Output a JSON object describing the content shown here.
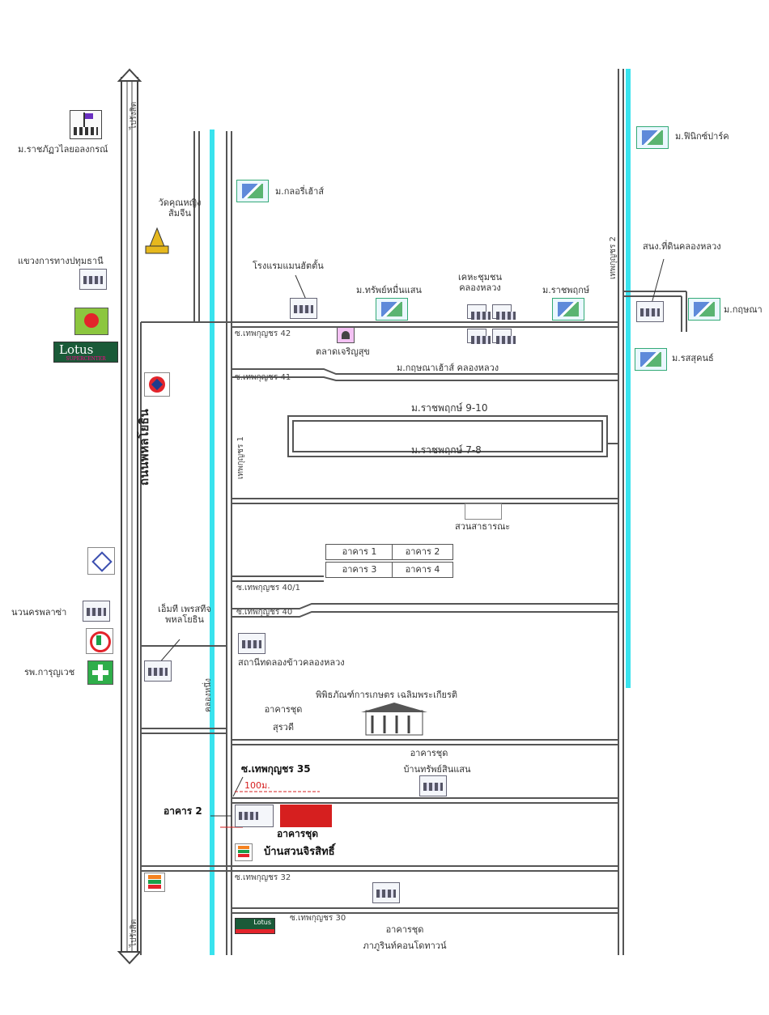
{
  "roads": {
    "main_highway": "ถนนพหลโยธิน",
    "to_north": "ไปรังสิต",
    "to_south": "ไปรังสิต",
    "canal": "คลองหนึ่ง",
    "soi_1": "เทพกุญชร 1",
    "soi_2": "เทพกุญชร 2",
    "soi_42": "ซ.เทพกุญชร 42",
    "soi_41": "ซ.เทพกุญชร 41",
    "soi_40_1": "ซ.เทพกุญชร 40/1",
    "soi_40": "ซ.เทพกุญชร 40",
    "soi_35": "ซ.เทพกุญชร 35",
    "soi_32": "ซ.เทพกุญชร 32",
    "soi_30": "ซ.เทพกุญชร 30"
  },
  "places": {
    "rajabhat": "ม.ราชภัฏวไลยอลงกรณ์",
    "wat": "วัดคุณหญิงส้มจีน",
    "highway_office": "แขวงการทางปทุมธานี",
    "lotus_text": "Lotus",
    "lotus_sub": "SUPERCENTER",
    "glory_house": "ม.กลอรี่เฮ้าส์",
    "hotel": "โรงแรมแมนฮัตตั้น",
    "sap_muen_saen": "ม.ทรัพย์หมื่นแสน",
    "kheha": "เคหะชุมชนคลองหลวง",
    "rachaphruk": "ม.ราชพฤกษ์",
    "market": "ตลาดเจริญสุข",
    "kanokphan_klongluang": "ม.กฤษณาเฮ้าส์ คลองหลวง",
    "phoenix": "ม.ฟินิกซ์ปาร์ค",
    "tambon_office": "สนง.ที่ดินคลองหลวง",
    "kanokphan_right": "ม.กฤษณา",
    "rossukon": "ม.รสสุคนธ์",
    "rachaphruk_9_10": "ม.ราชพฤกษ์ 9-10",
    "rachaphruk_7_8": "ม.ราชพฤกษ์ 7-8",
    "park": "สวนสาธารณะ",
    "bldg1": "อาคาร 1",
    "bldg2": "อาคาร 2",
    "bldg3": "อาคาร 3",
    "bldg4": "อาคาร 4",
    "nawanakorn": "นวนครพลาซ่า",
    "hospital": "รพ.การุญเวช",
    "cmt": "เอ็มที เพรสทีจ พหลโยธิน",
    "rice_station": "สถานีทดลองข้าวคลองหลวง",
    "museum": "พิพิธภัณฑ์การเกษตร เฉลิมพระเกียรติ",
    "condo_surawadee_1": "อาคารชุด",
    "condo_surawadee_2": "สุรวดี",
    "condo_sap_1": "อาคารชุด",
    "condo_sap_2": "บ้านทรัพย์สินแสน",
    "distance": "100ม.",
    "target_bldg": "อาคาร 2",
    "target_condo_1": "อาคารชุด",
    "target_condo_2": "บ้านสวนจิรสิทธิ์",
    "condo_south_1": "อาคารชุด",
    "condo_south_2": "ภาภูรินท์คอนโดทาวน์",
    "lotus_express": "Lotus"
  },
  "colors": {
    "canal": "#39e3ee",
    "road": "#555555",
    "target": "#d61f1f"
  },
  "icons": [
    "university-flag-icon",
    "temple-icon",
    "building-icon",
    "big-c-icon",
    "lotus-logo-icon",
    "caltex-icon",
    "house-icon",
    "market-icon",
    "bank-icon",
    "kasikorn-icon",
    "hospital-cross-icon",
    "seven-eleven-icon",
    "museum-icon"
  ]
}
